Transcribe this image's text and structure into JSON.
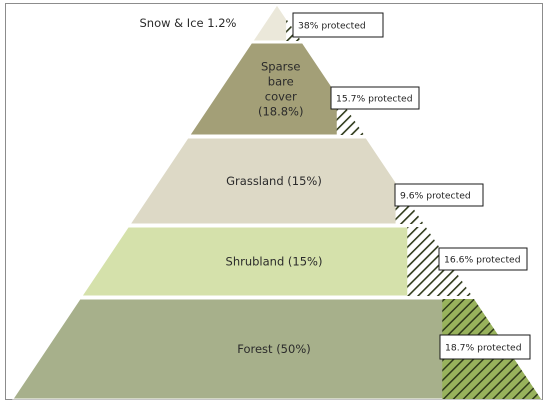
{
  "layers": [
    {
      "key": "snow",
      "name": "Snow & Ice 1.2%",
      "name_lines": [
        "Snow & Ice 1.2%"
      ],
      "protected_label": "38% protected",
      "protected_fraction": 0.38,
      "color": "#ebe8da"
    },
    {
      "key": "sparse",
      "name": "Sparse bare cover (18.8%)",
      "name_lines": [
        "Sparse",
        "bare",
        "cover",
        "(18.8%)"
      ],
      "protected_label": "15.7% protected",
      "protected_fraction": 0.157,
      "color": "#a39f77"
    },
    {
      "key": "grassland",
      "name": "Grassland (15%)",
      "name_lines": [
        "Grassland (15%)"
      ],
      "protected_label": "9.6% protected",
      "protected_fraction": 0.096,
      "color": "#ddd9c6"
    },
    {
      "key": "shrubland",
      "name": "Shrubland (15%)",
      "name_lines": [
        "Shrubland (15%)"
      ],
      "protected_label": "16.6% protected",
      "protected_fraction": 0.166,
      "color": "#d5e1ab"
    },
    {
      "key": "forest",
      "name": "Forest (50%)",
      "name_lines": [
        "Forest (50%)"
      ],
      "protected_label": "18.7% protected",
      "protected_fraction": 0.187,
      "color": "#a7b08b"
    }
  ],
  "colors": {
    "hatch": "#2f3a1a",
    "forest_hatch_bg": "#98b25c",
    "border": "#8c8c8c"
  }
}
